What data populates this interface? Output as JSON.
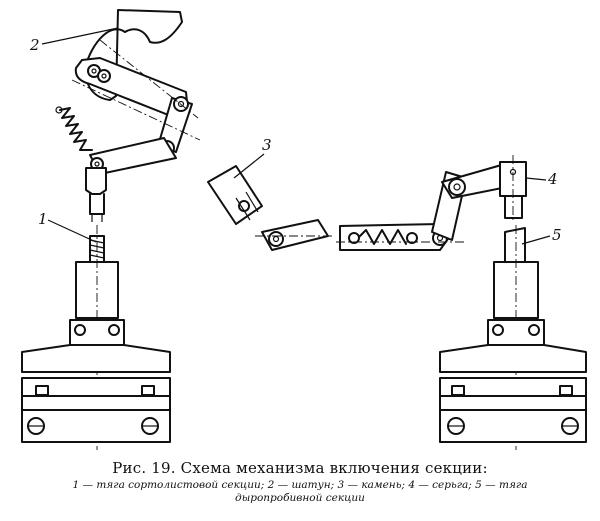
{
  "labels": {
    "l1": "1",
    "l2": "2",
    "l3": "3",
    "l4": "4",
    "l5": "5"
  },
  "caption": {
    "title": "Рис. 19. Схема механизма включения секции:",
    "legend": "1 — тяга сортолистовой секции; 2 — шатун; 3 — камень; 4 — серьга; 5 — тяга дыропробивной секции"
  }
}
